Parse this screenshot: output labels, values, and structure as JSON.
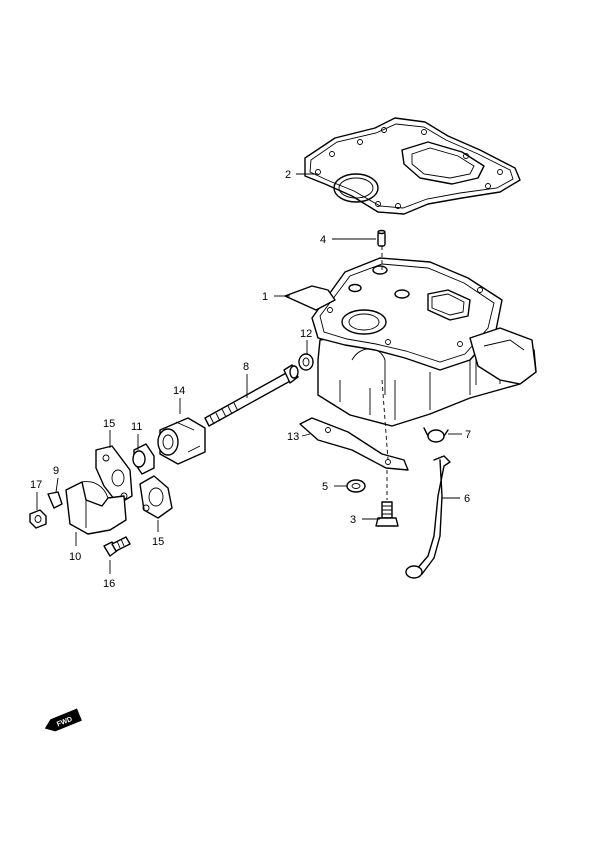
{
  "callouts": {
    "c1": "1",
    "c2": "2",
    "c3": "3",
    "c4": "4",
    "c5": "5",
    "c6": "6",
    "c7": "7",
    "c8": "8",
    "c9": "9",
    "c10": "10",
    "c11": "11",
    "c12": "12",
    "c13": "13",
    "c14": "14",
    "c15a": "15",
    "c15b": "15",
    "c16": "16",
    "c17": "17"
  },
  "fwd_label": "FWD"
}
